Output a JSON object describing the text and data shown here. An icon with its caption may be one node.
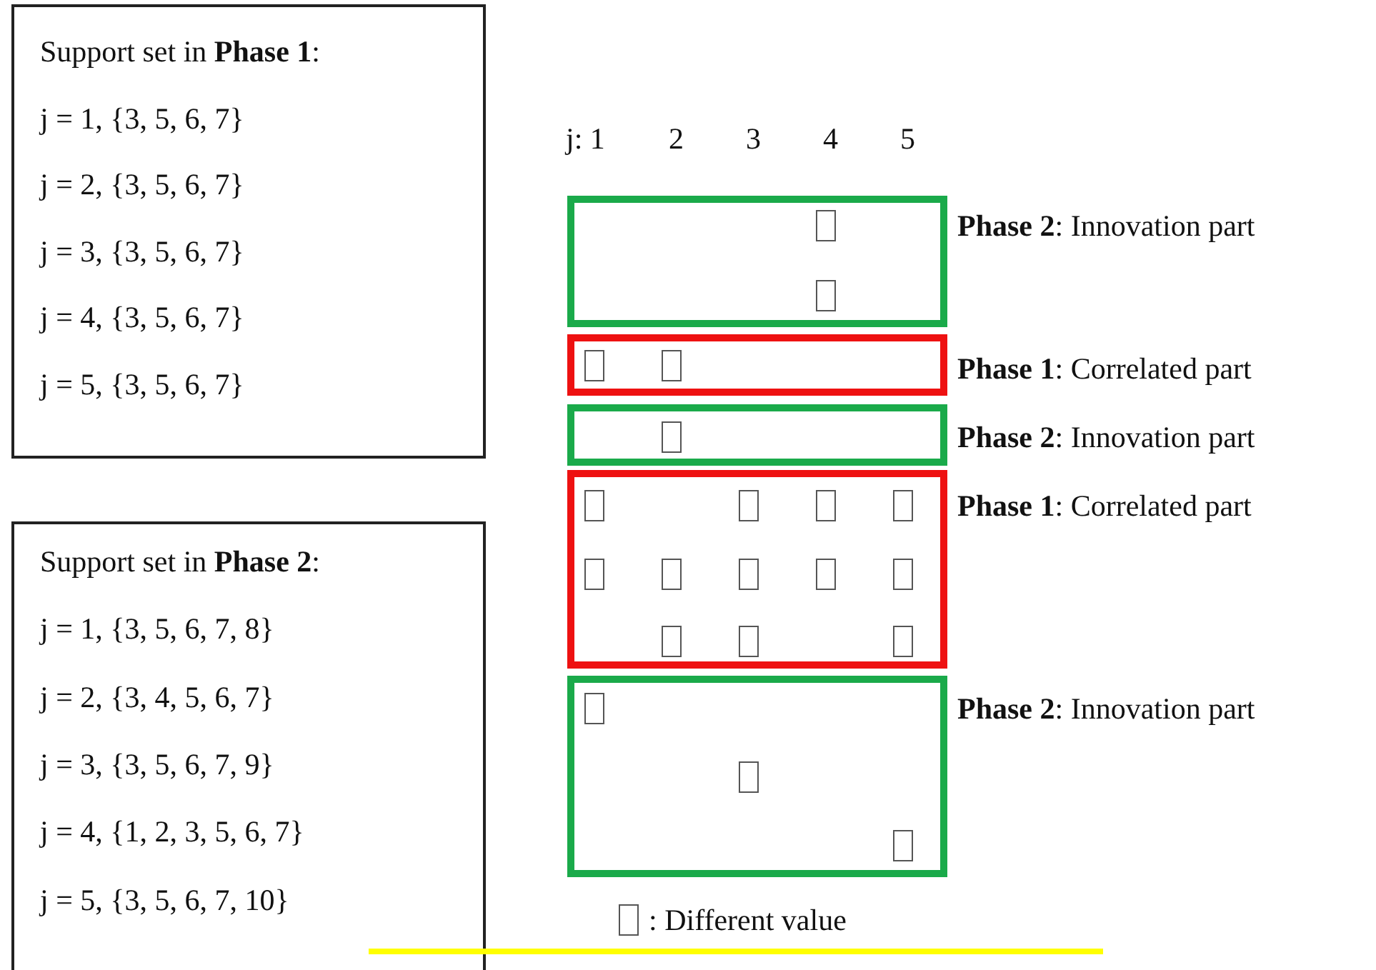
{
  "diagram": {
    "nodes": [
      {
        "text": [
          "Support set in **Phase 1**:",
          "j = 1, {3, 5, 6, 7}",
          "j = 2, {3, 5, 6, 7}",
          "j = 3, {3, 5, 6, 7}",
          "j = 4, {3, 5, 6, 7}",
          "j = 5, {3, 5, 6, 7}"
        ]
      },
      {
        "text": [
          "Support set in **Phase 2**:",
          "j = 1, {3, 5, 6, 7, 8}",
          "j = 2, {3, 4, 5, 6, 7}",
          "j = 3, {3, 5, 6, 7, 9}",
          "j = 4, {1, 2, 3, 5, 6, 7}",
          "j = 5, {3, 5, 6, 7, 10}"
        ]
      },
      {
        "text": [],
        "shape": "box",
        "beside": [
          "**Phase 2**: Innovation part"
        ]
      },
      {
        "text": [],
        "shape": "box",
        "in": 2
      },
      {
        "text": [],
        "shape": "box",
        "in": 2
      },
      {
        "text": [],
        "shape": "box",
        "beside": [
          "**Phase 1**: Correlated part"
        ]
      },
      {
        "text": [],
        "shape": "box",
        "in": 5
      },
      {
        "text": [],
        "shape": "box",
        "in": 5
      },
      {
        "text": [],
        "shape": "box",
        "beside": [
          "**Phase 2**: Innovation part"
        ]
      },
      {
        "text": [],
        "shape": "box",
        "in": 8
      },
      {
        "text": [],
        "shape": "box",
        "beside": [
          "**Phase 1**: Correlated part"
        ]
      },
      {
        "text": [],
        "shape": "box",
        "in": 10
      },
      {
        "text": [],
        "shape": "box",
        "in": 10
      },
      {
        "text": [],
        "shape": "box",
        "in": 10
      },
      {
        "text": [],
        "shape": "box",
        "in": 10
      },
      {
        "text": [],
        "shape": "box",
        "in": 10
      },
      {
        "text": [],
        "shape": "box",
        "in": 10
      },
      {
        "text": [],
        "shape": "box",
        "in": 10
      },
      {
        "text": [],
        "shape": "box",
        "in": 10
      },
      {
        "text": [],
        "shape": "box",
        "in": 10
      },
      {
        "text": [],
        "shape": "box",
        "in": 10
      },
      {
        "text": [],
        "shape": "box",
        "in": 10
      },
      {
        "text": [],
        "shape": "box",
        "in": 10
      },
      {
        "text": [],
        "shape": "box",
        "beside": [
          "**Phase 2**: Innovation part"
        ]
      },
      {
        "text": [],
        "shape": "box",
        "in": 23
      },
      {
        "text": [],
        "shape": "box",
        "in": 23
      },
      {
        "text": [],
        "shape": "box",
        "in": 23
      }
    ],
    "edges": [],
    "labels": [
      "j: 1",
      "2",
      "3",
      "4",
      "5"
    ],
    "legend": [
      {
        "text": ": Different value"
      }
    ]
  }
}
